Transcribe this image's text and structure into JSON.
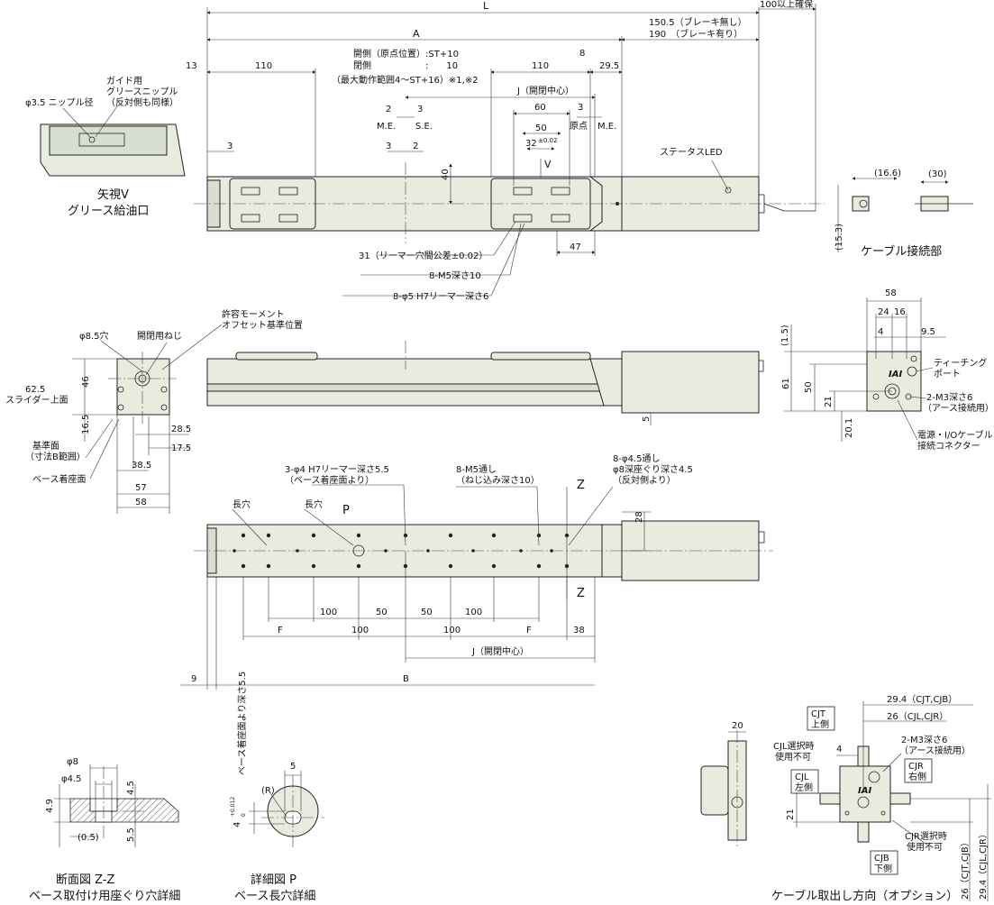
{
  "top_view": {
    "dim_L": "L",
    "dim_100": "100以上確保",
    "dim_A": "A",
    "dim_150": "150.5（ブレーキ無し）",
    "dim_190": "190　（ブレーキ有り）",
    "dim_13": "13",
    "dim_110_left": "110",
    "dim_110_right": "110",
    "note_open1": "開側（原点位置）:ST+10",
    "note_open2": "閉側　　　　　　:　　10",
    "note_max": "（最大動作範囲4～ST+16）※1,※2",
    "dim_8": "8",
    "dim_295": "29.5",
    "dim_J": "J（開閉中心）",
    "dim_2a": "2",
    "dim_3a": "3",
    "me_left": "M.E.",
    "se": "S.E.",
    "dim_60": "60",
    "dim_3b": "3",
    "dim_50": "50",
    "genten": "原点",
    "me_right": "M.E.",
    "dim_3c": "3",
    "dim_3d": "3",
    "dim_2b": "2",
    "dim_32": "32",
    "dim_32tol": "±0.02",
    "view_v": "V",
    "dim_40": "40",
    "status_led": "ステータスLED",
    "dim_47": "47",
    "note_31": "31（リーマー穴間公差±0.02）",
    "note_m5": "8-M5深さ10",
    "note_phi5": "8-φ5 H7リーマー深さ6"
  },
  "view_v": {
    "phi35": "φ3.5 ニップル径",
    "guide1": "ガイド用",
    "guide2": "グリースニップル",
    "guide3": "（反対側も同様）",
    "title1": "矢視V",
    "title2": "グリース給油口"
  },
  "cable_conn": {
    "dim_166": "(16.6)",
    "dim_30": "(30)",
    "dim_153": "(15.3)",
    "title": "ケーブル接続部"
  },
  "side_view": {
    "phi85": "φ8.5穴",
    "open_screw": "開閉用ねじ",
    "moment1": "許容モーメント",
    "moment2": "オフセット基準位置",
    "dim_46": "46",
    "dim_625": "62.5",
    "slider_top": "スライダー上面",
    "dim_165": "16.5",
    "dim_285": "28.5",
    "dim_175": "17.5",
    "base_ref1": "基準面",
    "base_ref2": "（寸法B範囲）",
    "dim_385": "38.5",
    "base_mount": "ベース着座面",
    "dim_57": "57",
    "dim_58": "58",
    "dim_5": "5"
  },
  "end_view": {
    "dim_58": "58",
    "dim_24": "24",
    "dim_16": "16",
    "dim_15": "(1.5)",
    "dim_4": "4",
    "dim_95": "9.5",
    "dim_61": "61",
    "dim_50": "50",
    "teach1": "ティーチング",
    "teach2": "ポート",
    "dim_21": "21",
    "m3_1": "2-M3深さ6",
    "m3_2": "（アース接続用）",
    "dim_201": "20.1",
    "power1": "電源・I/Oケーブル",
    "power2": "接続コネクター",
    "logo": "IAI"
  },
  "bottom_view": {
    "phi4_1": "3-φ4 H7リーマー深さ5.5",
    "phi4_2": "（ベース着座面より）",
    "m5_1": "8-M5通し",
    "m5_2": "（ねじ込み深さ10）",
    "phi45_1": "8-φ4.5通し",
    "phi45_2": "φ8深座ぐり深さ4.5",
    "phi45_3": "（反対側より）",
    "slot1": "長穴",
    "slot2": "長穴",
    "p": "P",
    "z1": "Z",
    "z2": "Z",
    "dim_28": "28",
    "dim_100a": "100",
    "dim_50a": "50",
    "dim_50b": "50",
    "dim_100b": "100",
    "dim_F1": "F",
    "dim_100c": "100",
    "dim_100d": "100",
    "dim_F2": "F",
    "dim_38": "38",
    "dim_J": "J（開閉中心）",
    "dim_9": "9",
    "dim_B": "B"
  },
  "section_zz": {
    "phi8": "φ8",
    "phi45": "φ4.5",
    "dim_49": "4.9",
    "dim_45": "4.5",
    "dim_05": "(0.5)",
    "dim_55": "5.5",
    "title1": "断面図 Z-Z",
    "title2": "ベース取付け用座ぐり穴詳細"
  },
  "detail_p": {
    "depth": "ベース着座面より深さ5.5",
    "dim_4": "4",
    "tol_up": "+0.012",
    "tol_dn": "0",
    "dim_5": "5",
    "r": "(R)",
    "title1": "詳細図 P",
    "title2": "ベース長穴詳細"
  },
  "cable_option": {
    "dim_20": "20",
    "cjt1": "CJT",
    "cjt2": "上側",
    "dim_294a": "29.4（CJT,CJB）",
    "dim_26a": "26（CJL,CJR）",
    "cjl_sel1": "CJL選択時",
    "cjl_sel2": "使用不可",
    "dim_4": "4",
    "m3_1": "2-M3深さ6",
    "m3_2": "（アース接続用）",
    "cjr1": "CJR",
    "cjr2": "右側",
    "cjl1": "CJL",
    "cjl2": "左側",
    "dim_21": "21",
    "cjr_sel1": "CJR選択時",
    "cjr_sel2": "使用不可",
    "cjb1": "CJB",
    "cjb2": "下側",
    "dim_26b": "26（CJT,CJB）",
    "dim_294b": "29.4（CJL,CJR）",
    "title": "ケーブル取出し方向（オプション）",
    "logo": "IAI"
  }
}
